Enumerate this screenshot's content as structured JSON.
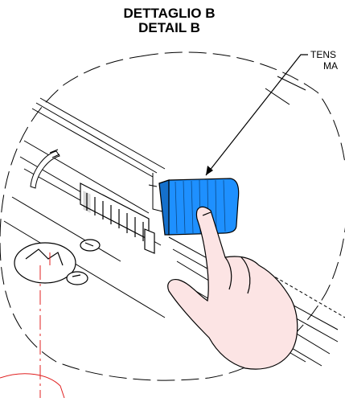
{
  "titles": {
    "line1": "DETTAGLIO B",
    "line2": "DETAIL B"
  },
  "callout": {
    "line1": "TENS",
    "line2": "MA"
  },
  "colors": {
    "lever": "#1e90ff",
    "hand": "#fce4e4",
    "center_line": "#e02020",
    "outline": "#000000"
  }
}
